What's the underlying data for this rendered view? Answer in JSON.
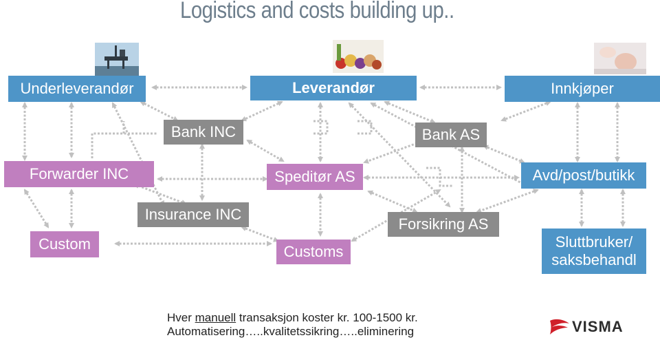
{
  "title": "Logistics and costs building up..",
  "nodes": {
    "underleverandor": "Underleverandør",
    "leverandor": "Leverandør",
    "innkjoper": "Innkjøper",
    "bank_inc": "Bank INC",
    "bank_as": "Bank AS",
    "forwarder_inc": "Forwarder INC",
    "speditor_as": "Speditør AS",
    "avd_post_butikk": "Avd/post/butikk",
    "insurance_inc": "Insurance INC",
    "forsikring_as": "Forsikring AS",
    "custom": "Custom",
    "customs": "Customs",
    "sluttbruker_line1": "Sluttbruker/",
    "sluttbruker_line2": "saksbehandl"
  },
  "footer": {
    "line1_prefix": "Hver ",
    "line1_emph": "manuell",
    "line1_suffix": " transaksjon koster kr. 100-1500 kr.",
    "line2": "Automatisering…..kvalitetssikring…..eliminering"
  },
  "logo_text": "VISMA",
  "colors": {
    "blue": "#4e95c8",
    "gray": "#8b8b8b",
    "purple": "#c07fbf",
    "arrow": "#c0c0c0"
  }
}
